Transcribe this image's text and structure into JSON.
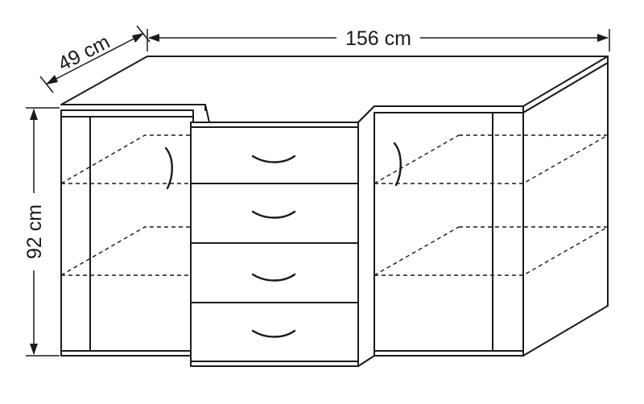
{
  "dimensions": {
    "width": "156 cm",
    "depth": "49 cm",
    "height": "92 cm"
  },
  "item": {
    "drawer_count": 4,
    "door_count": 2,
    "shelves_per_cabinet": 2
  }
}
